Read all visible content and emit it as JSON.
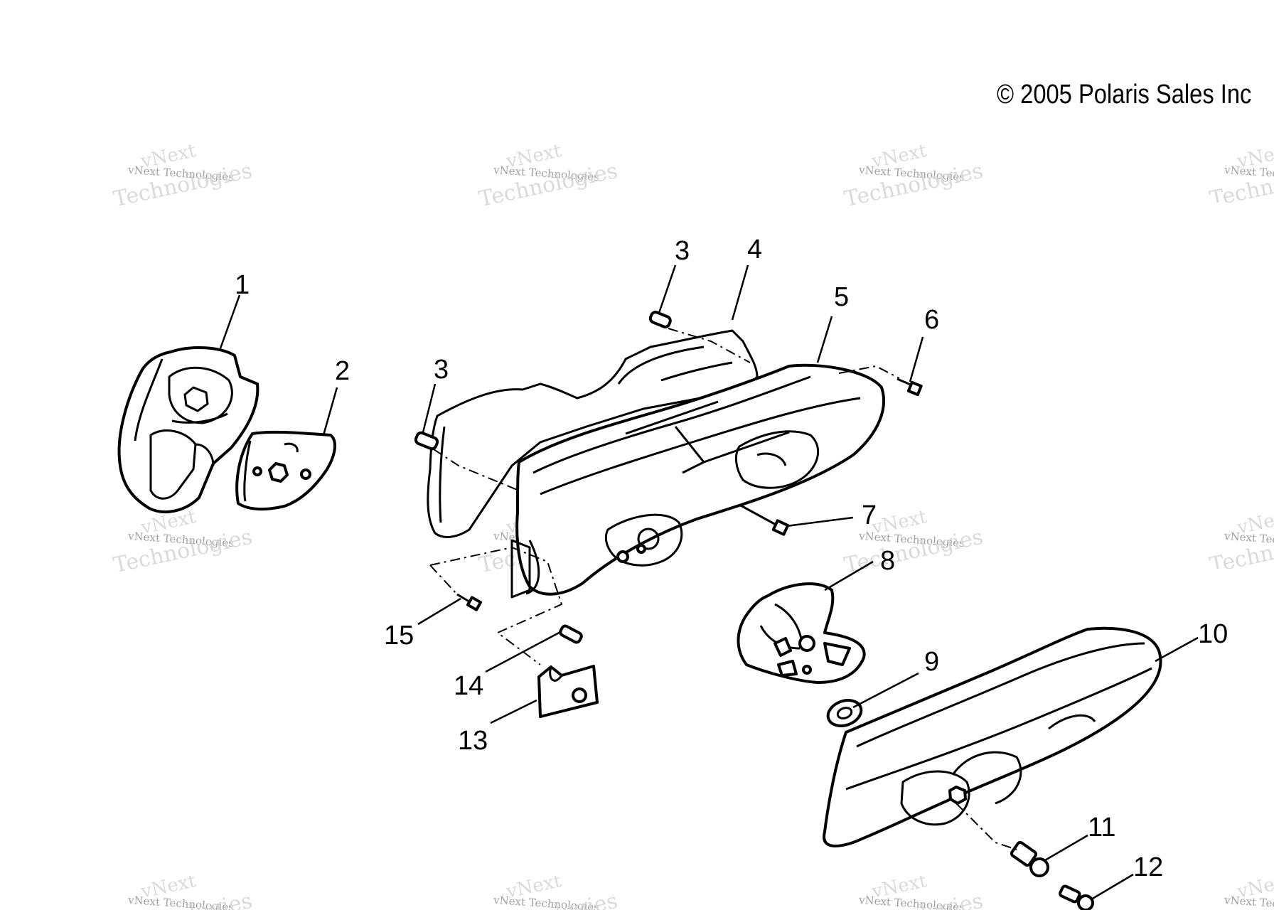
{
  "copyright": "© 2005 Polaris Sales Inc",
  "watermark": {
    "line1": "vNext",
    "line2": "vNext Technologies",
    "line3": "Technologies"
  },
  "callouts": [
    {
      "id": "c1",
      "label": "1"
    },
    {
      "id": "c2",
      "label": "2"
    },
    {
      "id": "c3a",
      "label": "3"
    },
    {
      "id": "c3b",
      "label": "3"
    },
    {
      "id": "c4",
      "label": "4"
    },
    {
      "id": "c5",
      "label": "5"
    },
    {
      "id": "c6",
      "label": "6"
    },
    {
      "id": "c7",
      "label": "7"
    },
    {
      "id": "c8",
      "label": "8"
    },
    {
      "id": "c9",
      "label": "9"
    },
    {
      "id": "c10",
      "label": "10"
    },
    {
      "id": "c11",
      "label": "11"
    },
    {
      "id": "c12",
      "label": "12"
    },
    {
      "id": "c13",
      "label": "13"
    },
    {
      "id": "c14",
      "label": "14"
    },
    {
      "id": "c15",
      "label": "15"
    }
  ]
}
